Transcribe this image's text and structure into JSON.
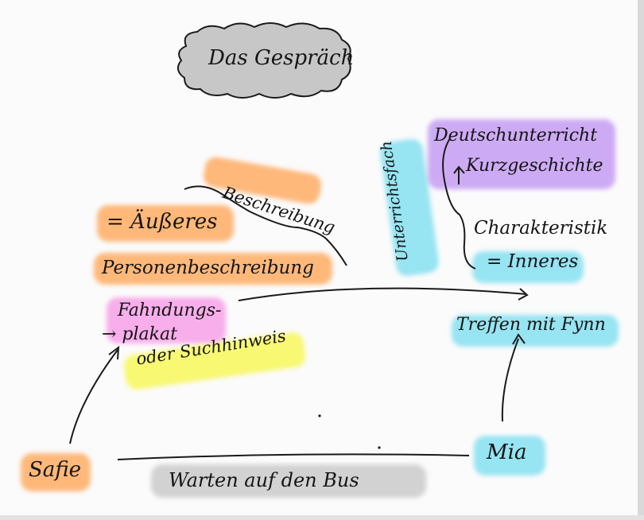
{
  "title": "Das Gespräch",
  "labels": {
    "beschreibung": "Beschreibung",
    "aeusseres": "= Äußeres",
    "personenbeschreibung": "Personenbeschreibung",
    "fahndungsplakat_1": "Fahndungs-",
    "fahndungsplakat_2": "→ plakat",
    "suchhinweis": "oder Suchhinweis",
    "unterrichtsfach": "Unterrichtsfach",
    "deutschunterricht": "Deutschunterricht",
    "kurzgeschichte": "Kurzgeschichte",
    "charakteristik": "Charakteristik",
    "inneres": "= Inneres",
    "treffen": "Treffen mit Fynn",
    "safie": "Safie",
    "mia": "Mia",
    "warten": "Warten auf den Bus"
  }
}
